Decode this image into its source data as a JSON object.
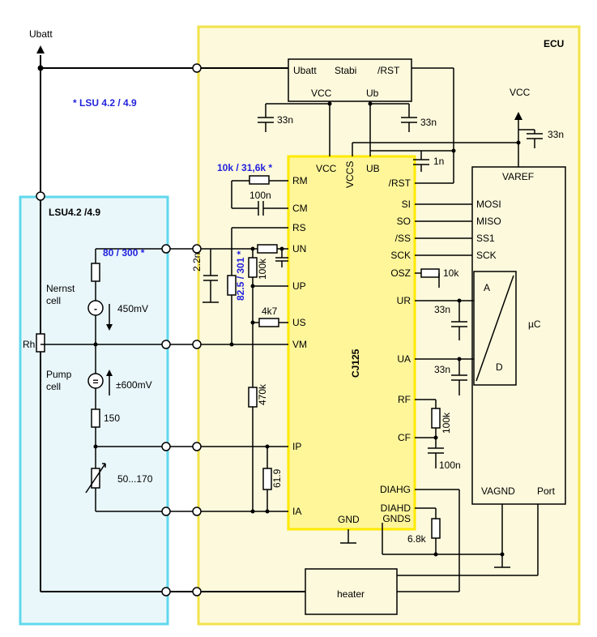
{
  "ubatt_label": "Ubatt",
  "ecu_label": "ECU",
  "lsu_note": "* LSU 4.2 / 4.9",
  "lsu_box_label": "LSU4.2 /4.9",
  "stabi": {
    "ubatt": "Ubatt",
    "name": "Stabi",
    "rst": "/RST",
    "vcc": "VCC",
    "ub": "Ub"
  },
  "vcc_label": "VCC",
  "cap_33n": "33n",
  "cap_1n": "1n",
  "cap_100n": "100n",
  "rm_value": "10k / 31,6k *",
  "r_80_300": "80 / 300 *",
  "r_82_301": "82.5 / 301 *",
  "c_22n": "2.2n",
  "r_100k": "100k",
  "r_4k7": "4k7",
  "r_470k": "470k",
  "r_619": "61.9",
  "r_10k": "10k",
  "r_68k": "6.8k",
  "r_150": "150",
  "r_50_170": "50...170",
  "rh": "Rh",
  "nernst": [
    "Nernst",
    "cell"
  ],
  "pump": [
    "Pump",
    "cell"
  ],
  "v450": "450mV",
  "v600": "±600mV",
  "cj125": {
    "name": "CJ125",
    "vcc": "VCC",
    "vccs": "VCCS",
    "ub": "UB",
    "left_pins": [
      "RM",
      "CM",
      "RS",
      "UN",
      "UP",
      "US",
      "VM",
      "IP",
      "IA"
    ],
    "right_pins": [
      "/RST",
      "SI",
      "SO",
      "/SS",
      "SCK",
      "OSZ",
      "UR",
      "UA",
      "RF",
      "CF",
      "DIAHG",
      "DIAHD",
      "GNDS"
    ],
    "gnd": "GND"
  },
  "uc": {
    "varef": "VAREF",
    "pins": [
      "MOSI",
      "MISO",
      "SS1",
      "SCK"
    ],
    "a": "A",
    "d": "D",
    "name": "µC",
    "vagnd": "VAGND",
    "port": "Port"
  },
  "heater": "heater"
}
